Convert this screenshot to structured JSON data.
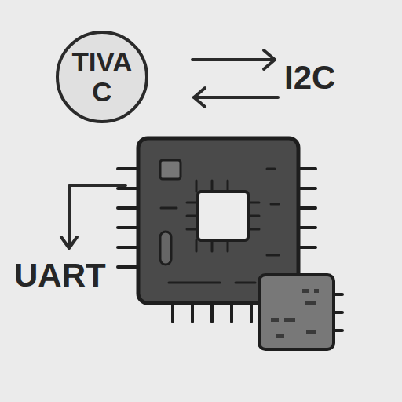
{
  "diagram": {
    "nodes": [
      {
        "text": [
          "TIVA C"
        ]
      }
    ],
    "labels": [
      "I2C",
      "UART"
    ]
  }
}
